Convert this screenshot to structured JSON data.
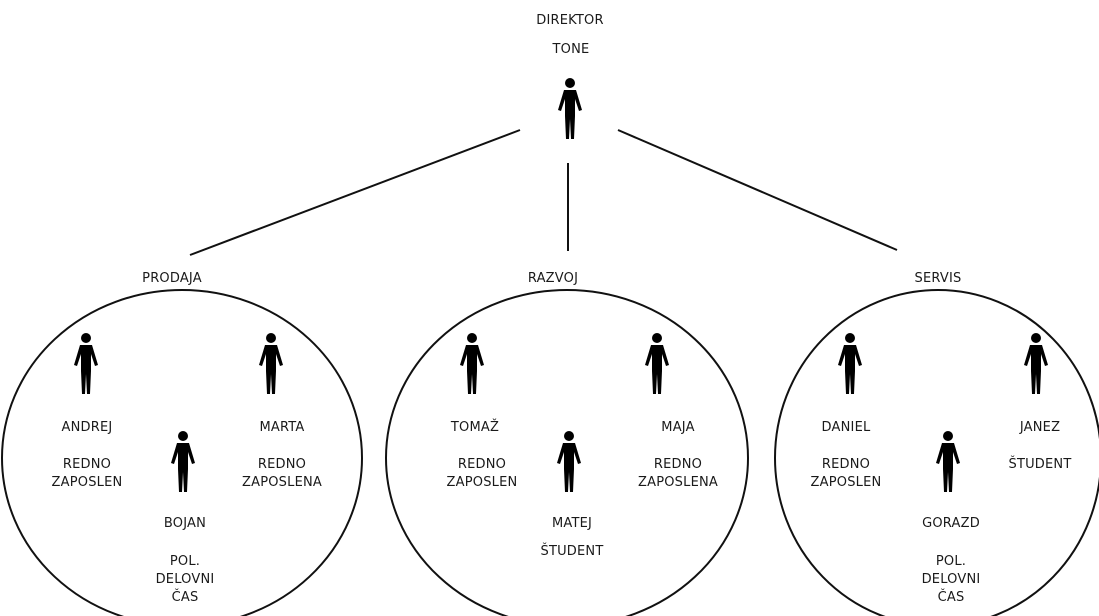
{
  "director": {
    "role": "DIREKTOR",
    "name": "TONE"
  },
  "departments": [
    {
      "name": "PRODAJA",
      "members": [
        {
          "name": "ANDREJ",
          "status": "REDNO\nZAPOSLEN"
        },
        {
          "name": "MARTA",
          "status": "REDNO\nZAPOSLENA"
        },
        {
          "name": "BOJAN",
          "status": "POL.\nDELOVNI\nČAS"
        }
      ]
    },
    {
      "name": "RAZVOJ",
      "members": [
        {
          "name": "TOMAŽ",
          "status": "REDNO\nZAPOSLEN"
        },
        {
          "name": "MAJA",
          "status": "REDNO\nZAPOSLENA"
        },
        {
          "name": "MATEJ",
          "status": "ŠTUDENT"
        }
      ]
    },
    {
      "name": "SERVIS",
      "members": [
        {
          "name": "DANIEL",
          "status": "REDNO\nZAPOSLEN"
        },
        {
          "name": "JANEZ",
          "status": "ŠTUDENT"
        },
        {
          "name": "GORAZD",
          "status": "POL.\nDELOVNI\nČAS"
        }
      ]
    }
  ]
}
